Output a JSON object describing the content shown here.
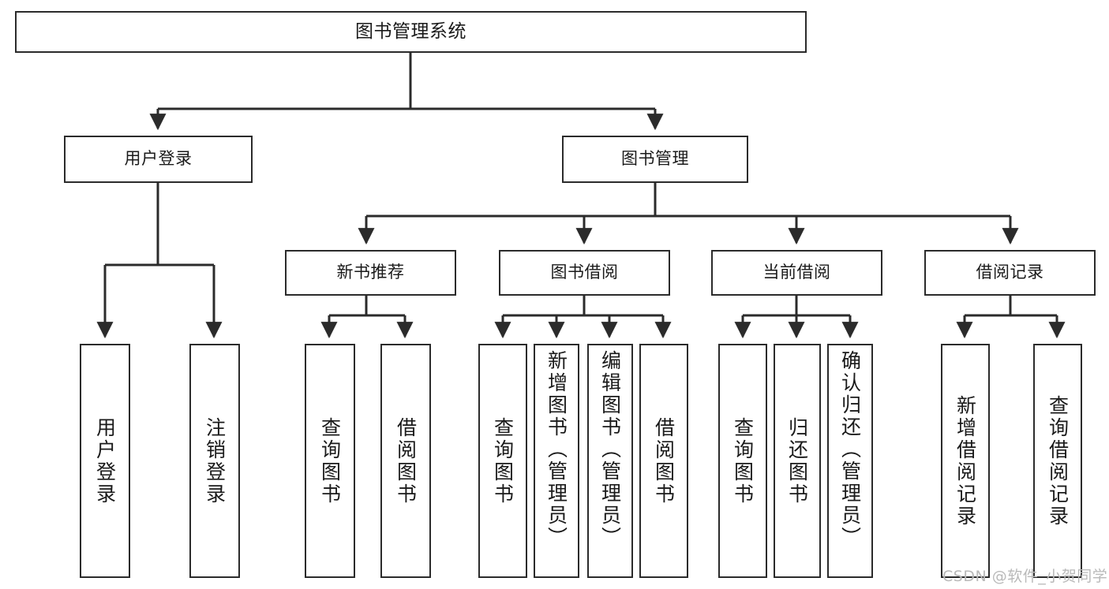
{
  "diagram": {
    "title": "图书管理系统",
    "type": "tree",
    "watermark": "CSDN @软件_小贺同学",
    "colors": {
      "box_border": "#2b2b2b",
      "box_fill": "#ffffff",
      "edge": "#2b2b2b",
      "text": "#1a1a1a",
      "watermark": "#b9b9b9"
    },
    "nodes": {
      "root": {
        "label": "图书管理系统"
      },
      "level2": [
        {
          "id": "user_login",
          "label": "用户登录"
        },
        {
          "id": "book_manage",
          "label": "图书管理"
        }
      ],
      "level3": [
        {
          "id": "new_book_rec",
          "label": "新书推荐"
        },
        {
          "id": "book_borrow",
          "label": "图书借阅"
        },
        {
          "id": "current_borrow",
          "label": "当前借阅"
        },
        {
          "id": "borrow_record",
          "label": "借阅记录"
        }
      ],
      "leaves": [
        {
          "id": "leaf_user_login",
          "label": "用户登录",
          "parent": "user_login"
        },
        {
          "id": "leaf_user_logout",
          "label": "注销登录",
          "parent": "user_login"
        },
        {
          "id": "leaf_rec_query",
          "label": "查询图书",
          "parent": "new_book_rec"
        },
        {
          "id": "leaf_rec_borrow",
          "label": "借阅图书",
          "parent": "new_book_rec"
        },
        {
          "id": "leaf_brw_query",
          "label": "查询图书",
          "parent": "book_borrow"
        },
        {
          "id": "leaf_brw_add",
          "label": "新增图书（管理员）",
          "parent": "book_borrow"
        },
        {
          "id": "leaf_brw_edit",
          "label": "编辑图书（管理员）",
          "parent": "book_borrow"
        },
        {
          "id": "leaf_brw_lend",
          "label": "借阅图书",
          "parent": "book_borrow"
        },
        {
          "id": "leaf_cur_query",
          "label": "查询图书",
          "parent": "current_borrow"
        },
        {
          "id": "leaf_cur_return",
          "label": "归还图书",
          "parent": "current_borrow"
        },
        {
          "id": "leaf_cur_confirm",
          "label": "确认归还（管理员）",
          "parent": "current_borrow"
        },
        {
          "id": "leaf_rec_add",
          "label": "新增借阅记录",
          "parent": "borrow_record"
        },
        {
          "id": "leaf_rec_query_record",
          "label": "查询借阅记录",
          "parent": "borrow_record"
        }
      ]
    }
  }
}
